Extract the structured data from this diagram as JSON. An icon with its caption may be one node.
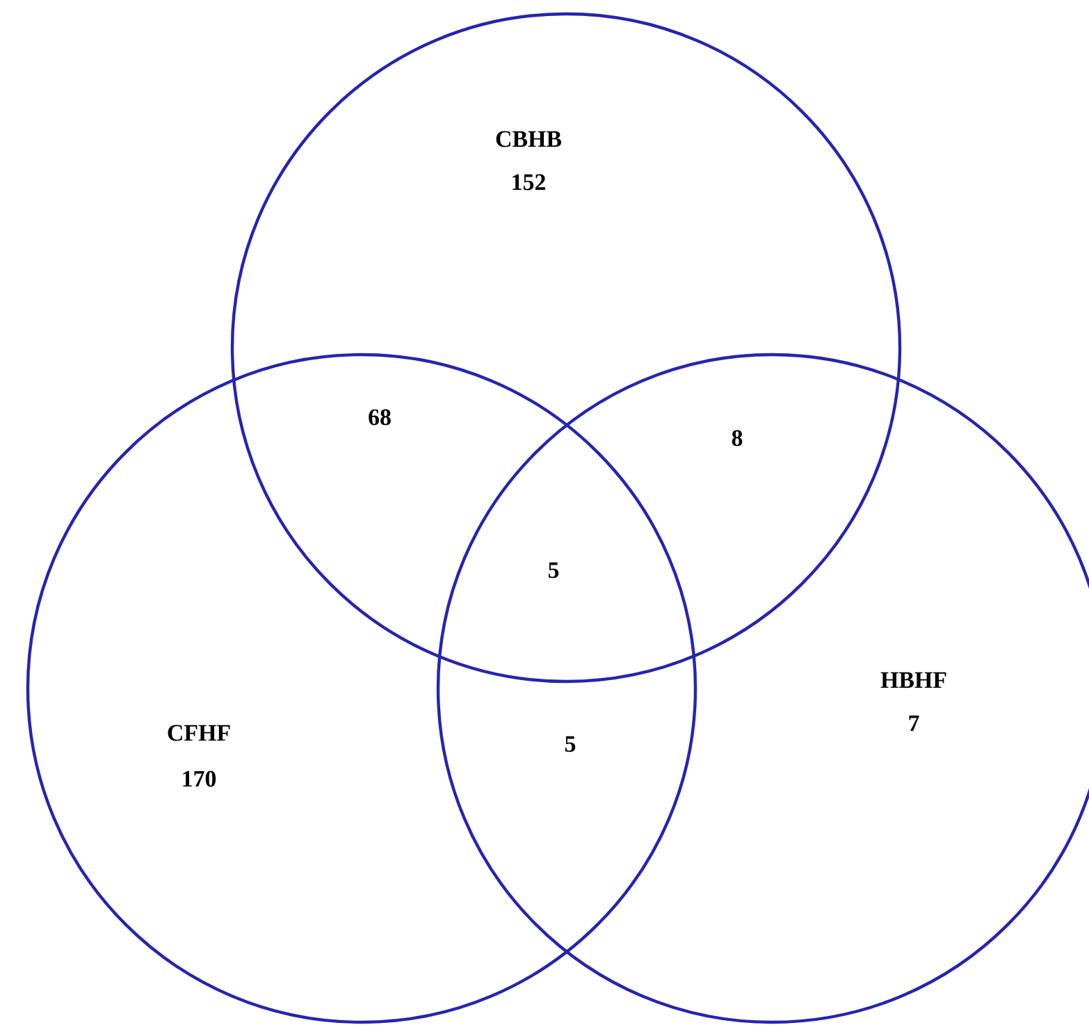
{
  "diagram": {
    "nodes": [
      {
        "text": [
          "CBHB",
          "152"
        ]
      },
      {
        "text": [
          "CFHF",
          "170"
        ]
      },
      {
        "text": [
          "HBHF",
          "7"
        ]
      }
    ],
    "labels": [
      "68",
      "8",
      "5",
      "5"
    ]
  }
}
